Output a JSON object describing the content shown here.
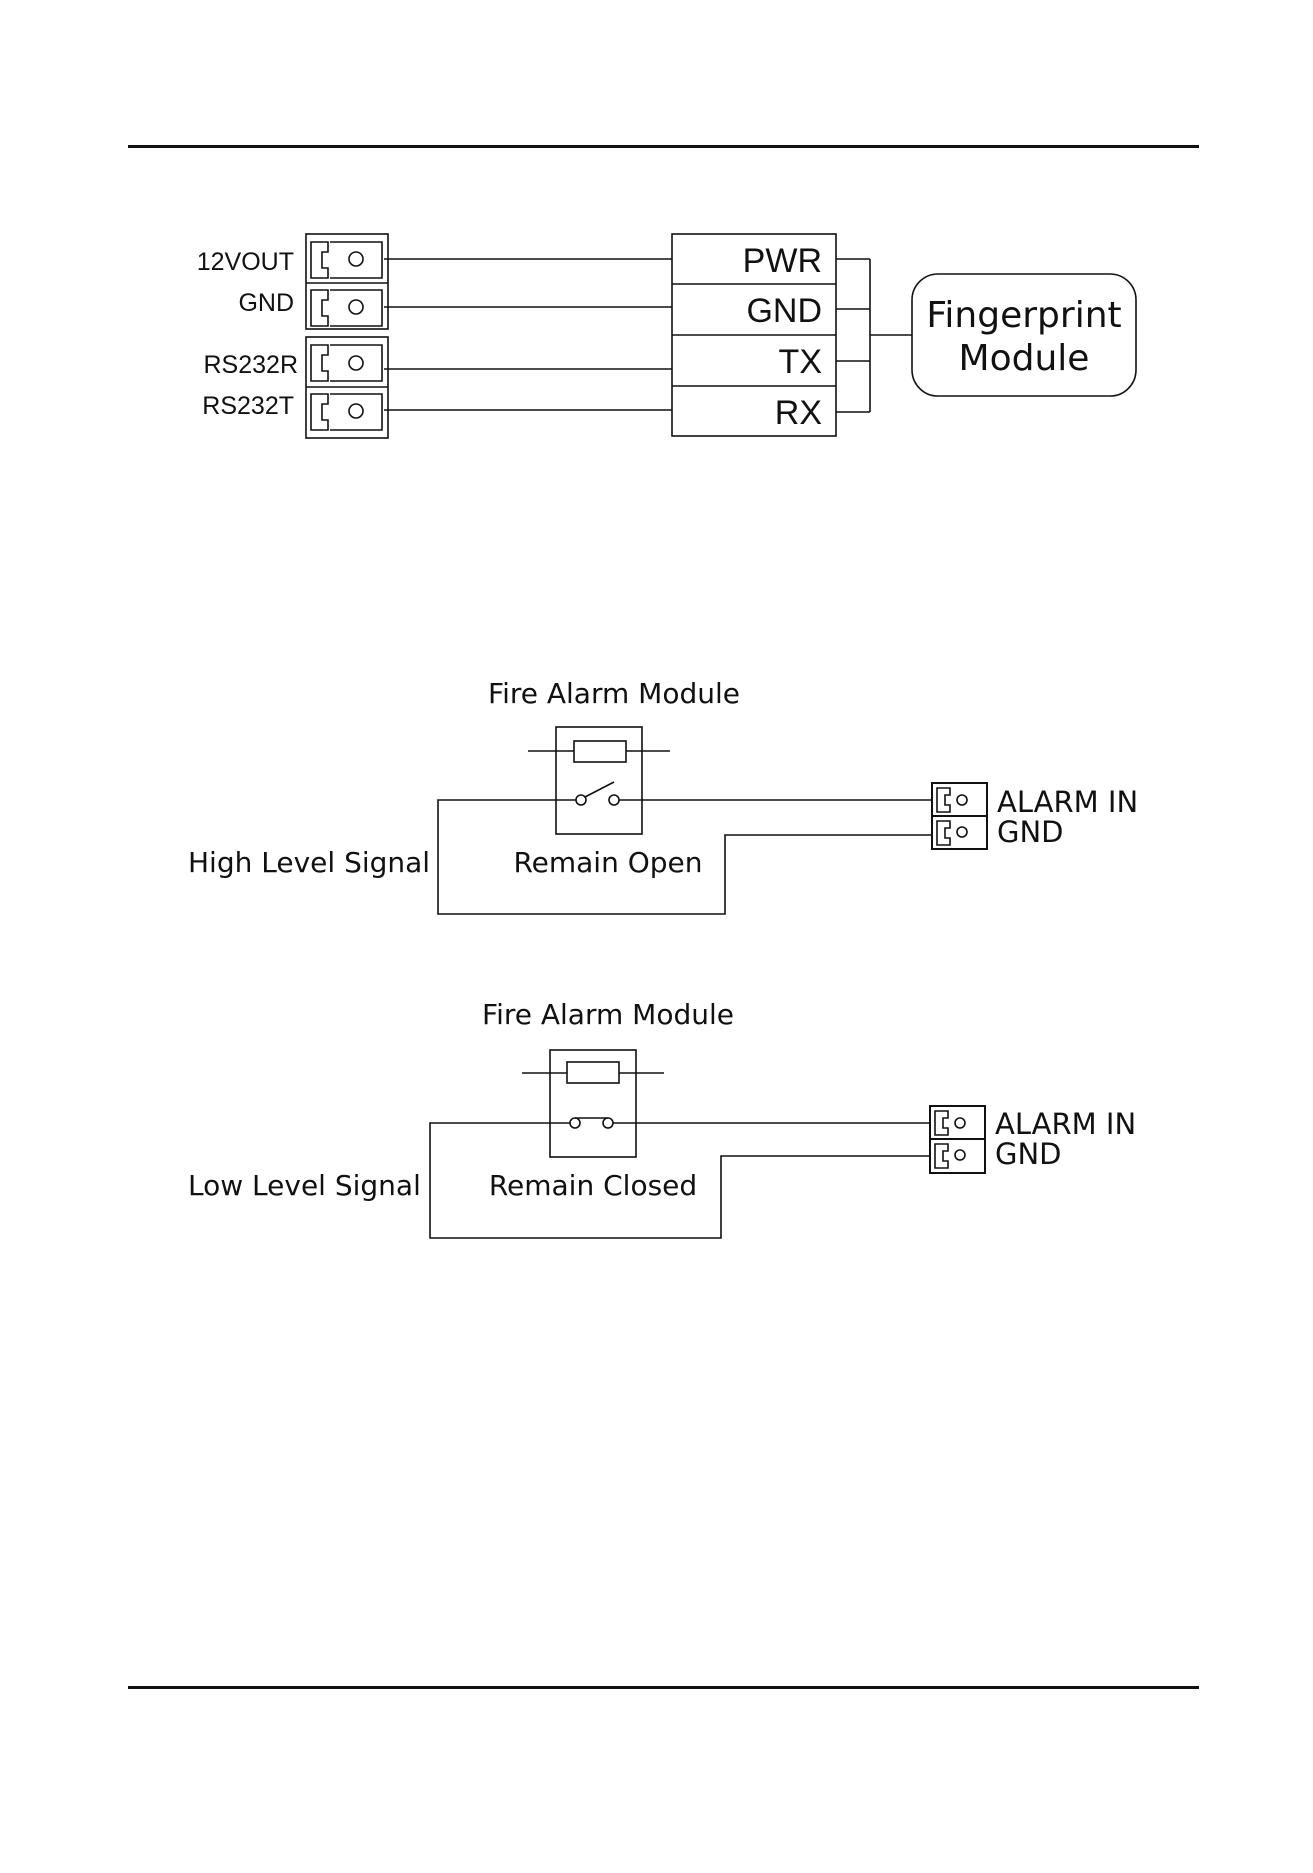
{
  "fingerprint_wiring": {
    "terminals": [
      "12VOUT",
      "GND",
      "RS232R",
      "RS232T"
    ],
    "module_pins": [
      "PWR",
      "GND",
      "TX",
      "RX"
    ],
    "module_label_line1": "Fingerprint",
    "module_label_line2": "Module"
  },
  "fire_alarm_open": {
    "title": "Fire Alarm Module",
    "signal_label": "High Level Signal",
    "state_label": "Remain Open",
    "terminal_labels": [
      "ALARM IN",
      "GND"
    ]
  },
  "fire_alarm_closed": {
    "title": "Fire Alarm Module",
    "signal_label": "Low Level Signal",
    "state_label": "Remain Closed",
    "terminal_labels": [
      "ALARM IN",
      "GND"
    ]
  }
}
